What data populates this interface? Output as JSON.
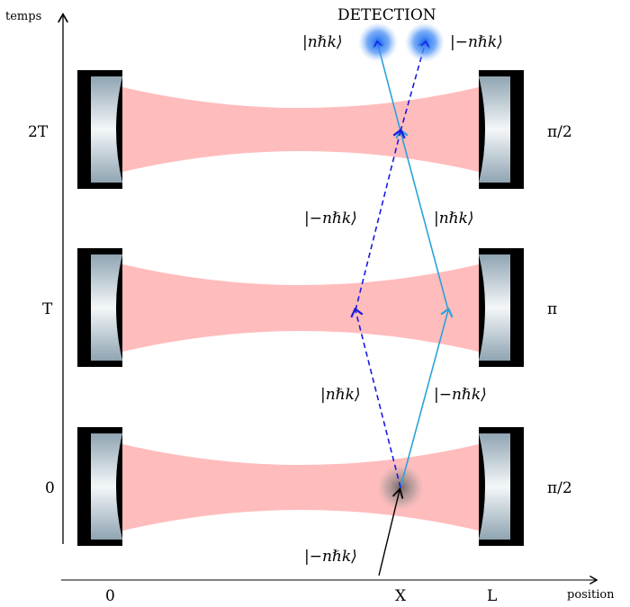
{
  "axes": {
    "vertical_label": "temps",
    "horizontal_label": "position",
    "vertical_ticks": [
      "0",
      "T",
      "2T"
    ],
    "horizontal_ticks": [
      "0",
      "X",
      "L"
    ]
  },
  "detection_label": "DETECTION",
  "pulses": {
    "bottom": "π/2",
    "middle": "π",
    "top": "π/2"
  },
  "states": {
    "incoming": "|−nℏk⟩",
    "bottom_left": "|nℏk⟩",
    "bottom_right": "|−nℏk⟩",
    "top_left": "|−nℏk⟩",
    "top_right": "|nℏk⟩",
    "out_left": "|nℏk⟩",
    "out_right": "|−nℏk⟩"
  },
  "colors": {
    "beam": "#ffbcbc",
    "path_solid": "#2aa3dc",
    "path_dashed": "#1a1ae0",
    "detection_glow": "#3b82f6",
    "mirror_frame": "#000000"
  }
}
